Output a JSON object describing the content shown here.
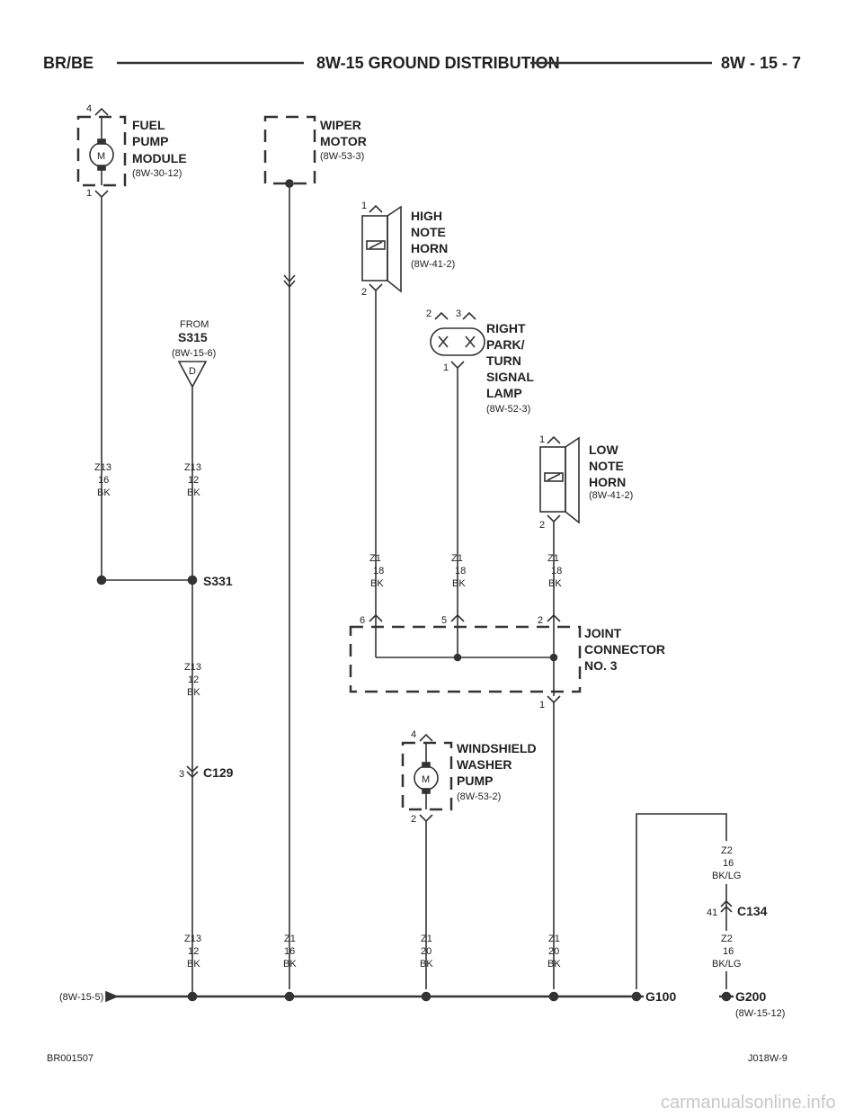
{
  "header": {
    "left": "BR/BE",
    "center": "8W-15 GROUND DISTRIBUTION",
    "right": "8W - 15 - 7"
  },
  "components": {
    "fuel_pump": {
      "lines": [
        "FUEL",
        "PUMP",
        "MODULE"
      ],
      "ref": "(8W-30-12)",
      "motor": "M",
      "pin_top": "4",
      "pin_bottom": "1"
    },
    "wiper_motor": {
      "lines": [
        "WIPER",
        "MOTOR"
      ],
      "ref": "(8W-53-3)"
    },
    "high_horn": {
      "lines": [
        "HIGH",
        "NOTE",
        "HORN"
      ],
      "ref": "(8W-41-2)",
      "pin_top": "1",
      "pin_bottom": "2"
    },
    "right_lamp": {
      "lines": [
        "RIGHT",
        "PARK/",
        "TURN",
        "SIGNAL",
        "LAMP"
      ],
      "ref": "(8W-52-3)",
      "pin_a": "2",
      "pin_b": "3",
      "pin_bottom": "1"
    },
    "low_horn": {
      "lines": [
        "LOW",
        "NOTE",
        "HORN"
      ],
      "ref": "(8W-41-2)",
      "pin_top": "1",
      "pin_bottom": "2"
    },
    "from_s315": {
      "from": "FROM",
      "name": "S315",
      "ref": "(8W-15-6)",
      "pin": "D"
    },
    "joint": {
      "lines": [
        "JOINT",
        "CONNECTOR",
        "NO. 3"
      ],
      "pin_a": "6",
      "pin_b": "5",
      "pin_c": "2",
      "pin_bottom": "1"
    },
    "washer": {
      "lines": [
        "WINDSHIELD",
        "WASHER",
        "PUMP"
      ],
      "ref": "(8W-53-2)",
      "motor": "M",
      "pin_top": "4",
      "pin_bottom": "2"
    }
  },
  "splices": {
    "s331": "S331",
    "c129": "C129",
    "c129_pin": "3",
    "c134": "C134",
    "c134_pin": "41",
    "g100": "G100",
    "g200": "G200",
    "g200_ref": "(8W-15-12)",
    "left_ref": "(8W-15-5)"
  },
  "wires": {
    "w1": [
      "Z13",
      "16",
      "BK"
    ],
    "w2": [
      "Z13",
      "12",
      "BK"
    ],
    "w3": [
      "Z1",
      "18",
      "BK"
    ],
    "w4": [
      "Z1",
      "18",
      "BK"
    ],
    "w5": [
      "Z1",
      "18",
      "BK"
    ],
    "w6": [
      "Z13",
      "12",
      "BK"
    ],
    "w7": [
      "Z2",
      "16",
      "BK/LG"
    ],
    "w8": [
      "Z13",
      "12",
      "BK"
    ],
    "w9": [
      "Z1",
      "16",
      "BK"
    ],
    "w10": [
      "Z1",
      "20",
      "BK"
    ],
    "w11": [
      "Z1",
      "20",
      "BK"
    ],
    "w12": [
      "Z2",
      "16",
      "BK/LG"
    ]
  },
  "footer": {
    "left": "BR001507",
    "right": "J018W-9"
  },
  "watermark": "carmanualsonline.info"
}
